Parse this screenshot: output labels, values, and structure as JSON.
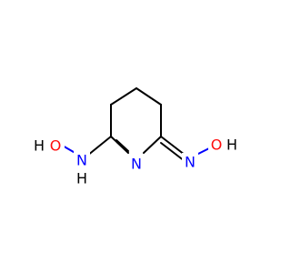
{
  "molecule": {
    "atoms": {
      "o_left": "O",
      "h_left": "H",
      "n_amine": "N",
      "h_amine": "H",
      "n_ring": "N",
      "n_oxime": "N",
      "o_right": "O",
      "h_right": "H"
    }
  },
  "colors": {
    "bond": "#000000",
    "oxygen": "#ff0d0d",
    "nitrogen": "#0000ff",
    "hydrogen": "#000000",
    "background": "#ffffff"
  }
}
